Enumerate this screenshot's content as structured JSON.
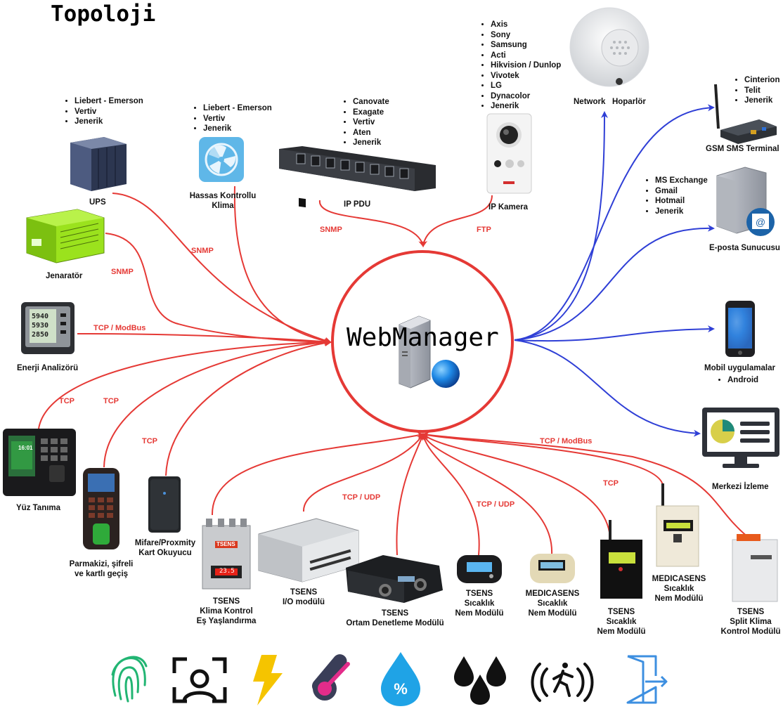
{
  "title": "Topoloji",
  "center": {
    "label": "WebManager"
  },
  "protocols": {
    "snmp_ups": "SNMP",
    "snmp_gen": "SNMP",
    "snmp_pdu": "SNMP",
    "ftp": "FTP",
    "tcp_modbus_energy": "TCP / ModBus",
    "tcp_face": "TCP",
    "tcp_finger": "TCP",
    "tcp_card": "TCP",
    "tcp_udp_io": "TCP / UDP",
    "tcp_udp_sensor": "TCP / UDP",
    "tcp_modbus_split": "TCP / ModBus",
    "tcp_tsens": "TCP"
  },
  "devices": {
    "ups": {
      "label": "UPS",
      "brands": [
        "Liebert - Emerson",
        "Vertiv",
        "Jenerik"
      ]
    },
    "klima": {
      "label1": "Hassas Kontrollu",
      "label2": "Klima",
      "brands": [
        "Liebert - Emerson",
        "Vertiv",
        "Jenerik"
      ]
    },
    "pdu": {
      "label": "IP PDU",
      "brands": [
        "Canovate",
        "Exagate",
        "Vertiv",
        "Aten",
        "Jenerik"
      ]
    },
    "camera": {
      "label": "IP Kamera",
      "brands": [
        "Axis",
        "Sony",
        "Samsung",
        "Acti",
        "Hikvision / Dunlop",
        "Vivotek",
        "LG",
        "Dynacolor",
        "Jenerik"
      ]
    },
    "speaker": {
      "label": "Network   Hoparlör"
    },
    "gsm": {
      "label": "GSM SMS Terminal",
      "brands": [
        "Cinterion",
        "Telit",
        "Jenerik"
      ]
    },
    "email": {
      "label": "E-posta Sunucusu",
      "brands": [
        "MS Exchange",
        "Gmail",
        "Hotmail",
        "Jenerik"
      ]
    },
    "mobile": {
      "label": "Mobil uygulamalar",
      "brands": [
        "Android"
      ]
    },
    "monitor": {
      "label": "Merkezi İzleme"
    },
    "generator": {
      "label": "Jenaratör"
    },
    "energy": {
      "label": "Enerji Analizörü"
    },
    "face": {
      "label": "Yüz Tanıma"
    },
    "finger": {
      "label1": "Parmakizi, şifreli",
      "label2": "ve kartlı geçiş"
    },
    "card": {
      "label1": "Mifare/Proxmity",
      "label2": "Kart Okuyucu"
    },
    "tsens_klima": {
      "label1": "TSENS",
      "label2": "Klima Kontrol",
      "label3": "Eş Yaşlandırma"
    },
    "tsens_io": {
      "label1": "TSENS",
      "label2": "I/O modülü"
    },
    "tsens_env": {
      "label1": "TSENS",
      "label2": "Ortam Denetleme Modülü"
    },
    "tsens_temp1": {
      "label1": "TSENS",
      "label2": "Sıcaklık",
      "label3": "Nem Modülü"
    },
    "medica1": {
      "label1": "MEDICASENS",
      "label2": "Sıcaklık",
      "label3": "Nem Modülü"
    },
    "tsens_temp2": {
      "label1": "TSENS",
      "label2": "Sıcaklık",
      "label3": "Nem Modülü"
    },
    "medica2": {
      "label1": "MEDICASENS",
      "label2": "Sıcaklık",
      "label3": "Nem Modülü"
    },
    "tsens_split": {
      "label1": "TSENS",
      "label2": "Split Klima",
      "label3": "Kontrol Modülü"
    }
  },
  "device_screens": {
    "energy": [
      "5940",
      "5930",
      "2850"
    ],
    "face_time": "16:01",
    "tsens_klima_led": "23.5",
    "tsens_brand": "TSENS"
  },
  "colors": {
    "input_line": "#e53935",
    "output_line": "#2f3fd6",
    "circle": "#e53935"
  },
  "icons": [
    "fingerprint-icon",
    "face-recognition-icon",
    "lightning-icon",
    "thermometer-icon",
    "humidity-icon",
    "water-leak-icon",
    "motion-icon",
    "door-icon"
  ]
}
